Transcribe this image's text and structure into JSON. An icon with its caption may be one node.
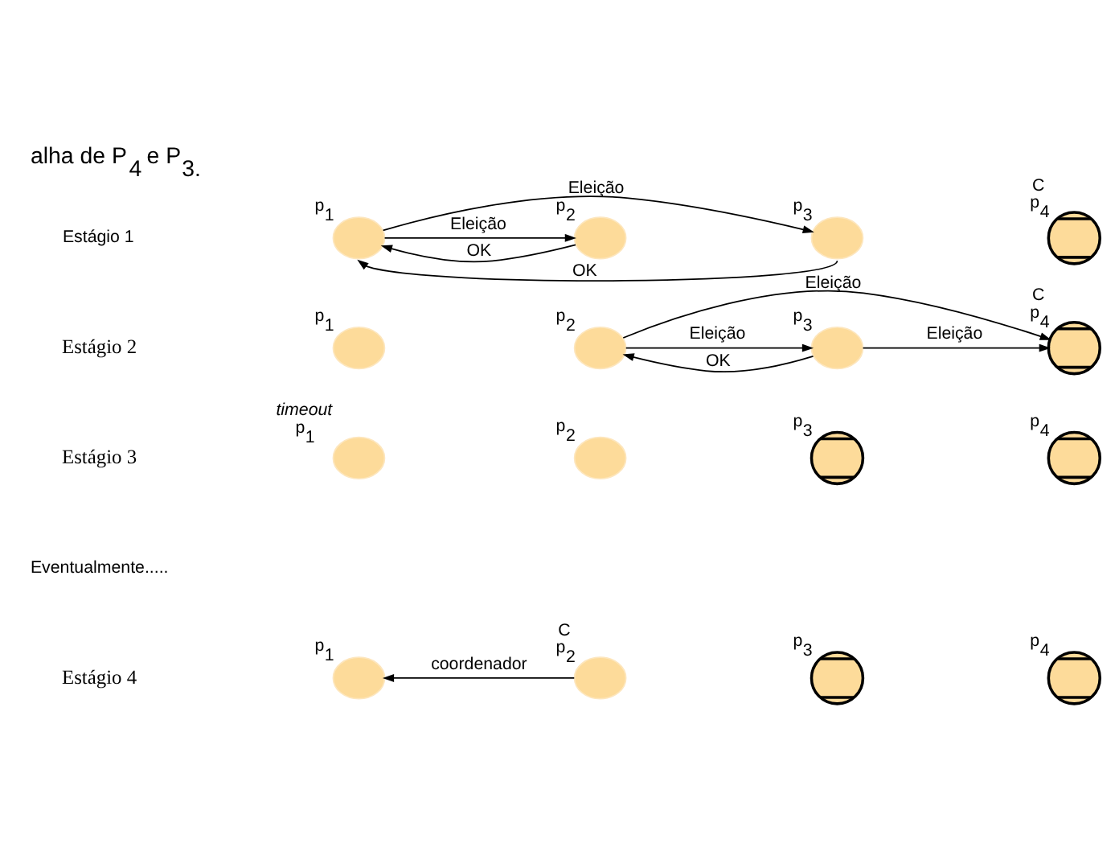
{
  "diagram": {
    "title": "alha de P$_{4}$ e P$_{3.}$",
    "nodes": [
      {
        "text": [],
        "shape": "circle",
        "beside": [
          "p$_{1}$"
        ]
      },
      {
        "text": [],
        "shape": "circle",
        "beside": [
          "p$_{2}$"
        ]
      },
      {
        "text": [],
        "shape": "circle",
        "beside": [
          "p$_{3}$"
        ]
      },
      {
        "text": [],
        "shape": "crossed",
        "beside": [
          "C",
          "p$_{4}$"
        ]
      },
      {
        "text": [],
        "shape": "circle",
        "beside": [
          "p$_{1}$"
        ]
      },
      {
        "text": [],
        "shape": "circle",
        "beside": [
          "p$_{2}$"
        ]
      },
      {
        "text": [],
        "shape": "circle",
        "beside": [
          "p$_{3}$"
        ]
      },
      {
        "text": [],
        "shape": "crossed",
        "beside": [
          "C",
          "p$_{4}$"
        ]
      },
      {
        "text": [],
        "shape": "circle",
        "beside": [
          "timeout",
          "p$_{1}$"
        ]
      },
      {
        "text": [],
        "shape": "circle",
        "beside": [
          "p$_{2}$"
        ]
      },
      {
        "text": [],
        "shape": "crossed",
        "beside": [
          "p$_{3}$"
        ]
      },
      {
        "text": [],
        "shape": "crossed",
        "beside": [
          "p$_{4}$"
        ]
      },
      {
        "text": [],
        "shape": "circle",
        "beside": [
          "p$_{1}$"
        ]
      },
      {
        "text": [],
        "shape": "circle",
        "beside": [
          "C",
          "p$_{2}$"
        ]
      },
      {
        "text": [],
        "shape": "crossed",
        "beside": [
          "p$_{3}$"
        ]
      },
      {
        "text": [],
        "shape": "crossed",
        "beside": [
          "p$_{4}$"
        ]
      }
    ],
    "edges": [
      {
        "from": 0,
        "to": 2,
        "arrow": "to",
        "label": "Eleição"
      },
      {
        "from": 0,
        "to": 1,
        "arrow": "to",
        "label": "Eleição"
      },
      {
        "from": 1,
        "to": 0,
        "arrow": "to",
        "label": "OK"
      },
      {
        "from": 2,
        "to": 0,
        "arrow": "to",
        "label": "OK"
      },
      {
        "from": 5,
        "to": 7,
        "arrow": "to",
        "label": "Eleição"
      },
      {
        "from": 5,
        "to": 6,
        "arrow": "to",
        "label": "Eleição"
      },
      {
        "from": 6,
        "to": 7,
        "arrow": "to",
        "label": "Eleição"
      },
      {
        "from": 6,
        "to": 5,
        "arrow": "to",
        "label": "OK"
      },
      {
        "from": 13,
        "to": 12,
        "arrow": "to",
        "label": "coordenador"
      }
    ],
    "labels": [
      "Estágio 1",
      "Estágio 2",
      "Estágio 3",
      "Eventualmente.....",
      "Estágio 4"
    ]
  }
}
